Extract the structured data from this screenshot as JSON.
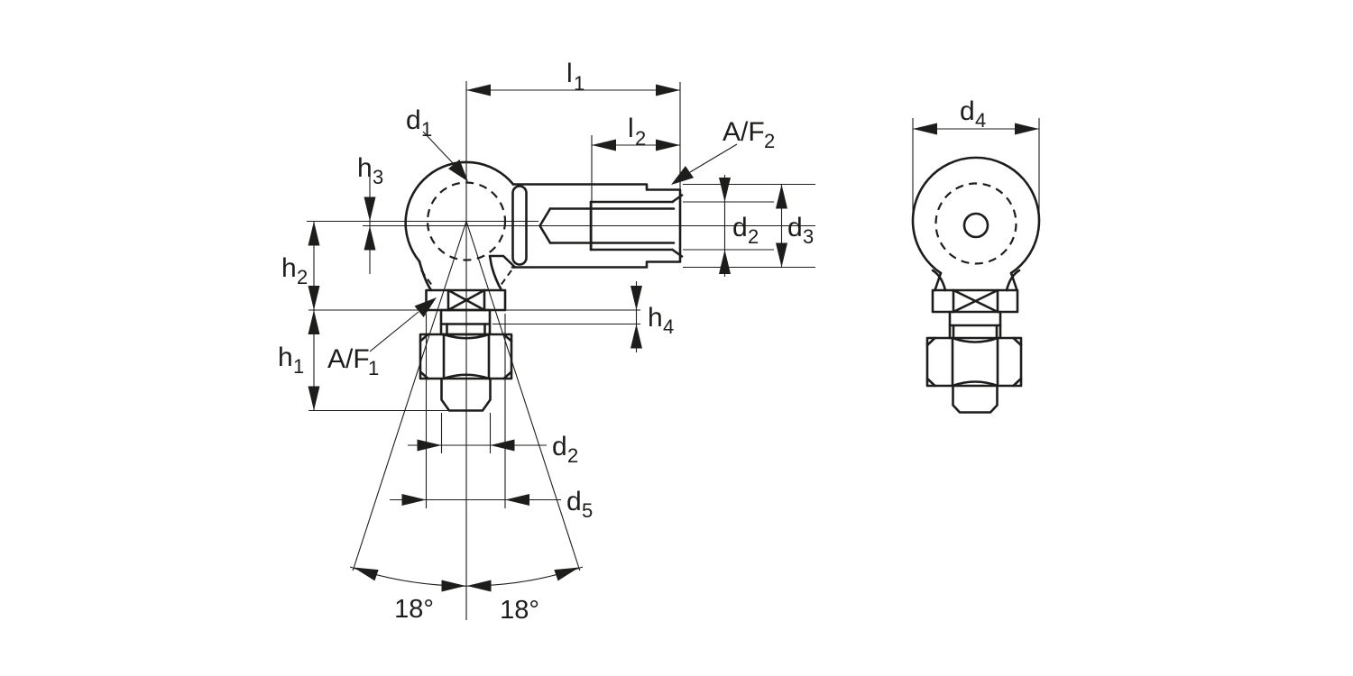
{
  "drawing": {
    "background": "#ffffff",
    "line_color": "#1d1d1b",
    "description": "Technical drawing of an angle ball joint (front view with dimensions, side view)",
    "labels": {
      "l1": {
        "base": "l",
        "sub": "1"
      },
      "l2": {
        "base": "l",
        "sub": "2"
      },
      "d1": {
        "base": "d",
        "sub": "1"
      },
      "af2": {
        "base": "A/F",
        "sub": "2"
      },
      "h3": {
        "base": "h",
        "sub": "3"
      },
      "d2_right": {
        "base": "d",
        "sub": "2"
      },
      "d3": {
        "base": "d",
        "sub": "3"
      },
      "h2": {
        "base": "h",
        "sub": "2"
      },
      "h4": {
        "base": "h",
        "sub": "4"
      },
      "af1": {
        "base": "A/F",
        "sub": "1"
      },
      "h1": {
        "base": "h",
        "sub": "1"
      },
      "d2_bottom": {
        "base": "d",
        "sub": "2"
      },
      "d5": {
        "base": "d",
        "sub": "5"
      },
      "angle_left": "18°",
      "angle_right": "18°",
      "d4": {
        "base": "d",
        "sub": "4"
      }
    }
  }
}
